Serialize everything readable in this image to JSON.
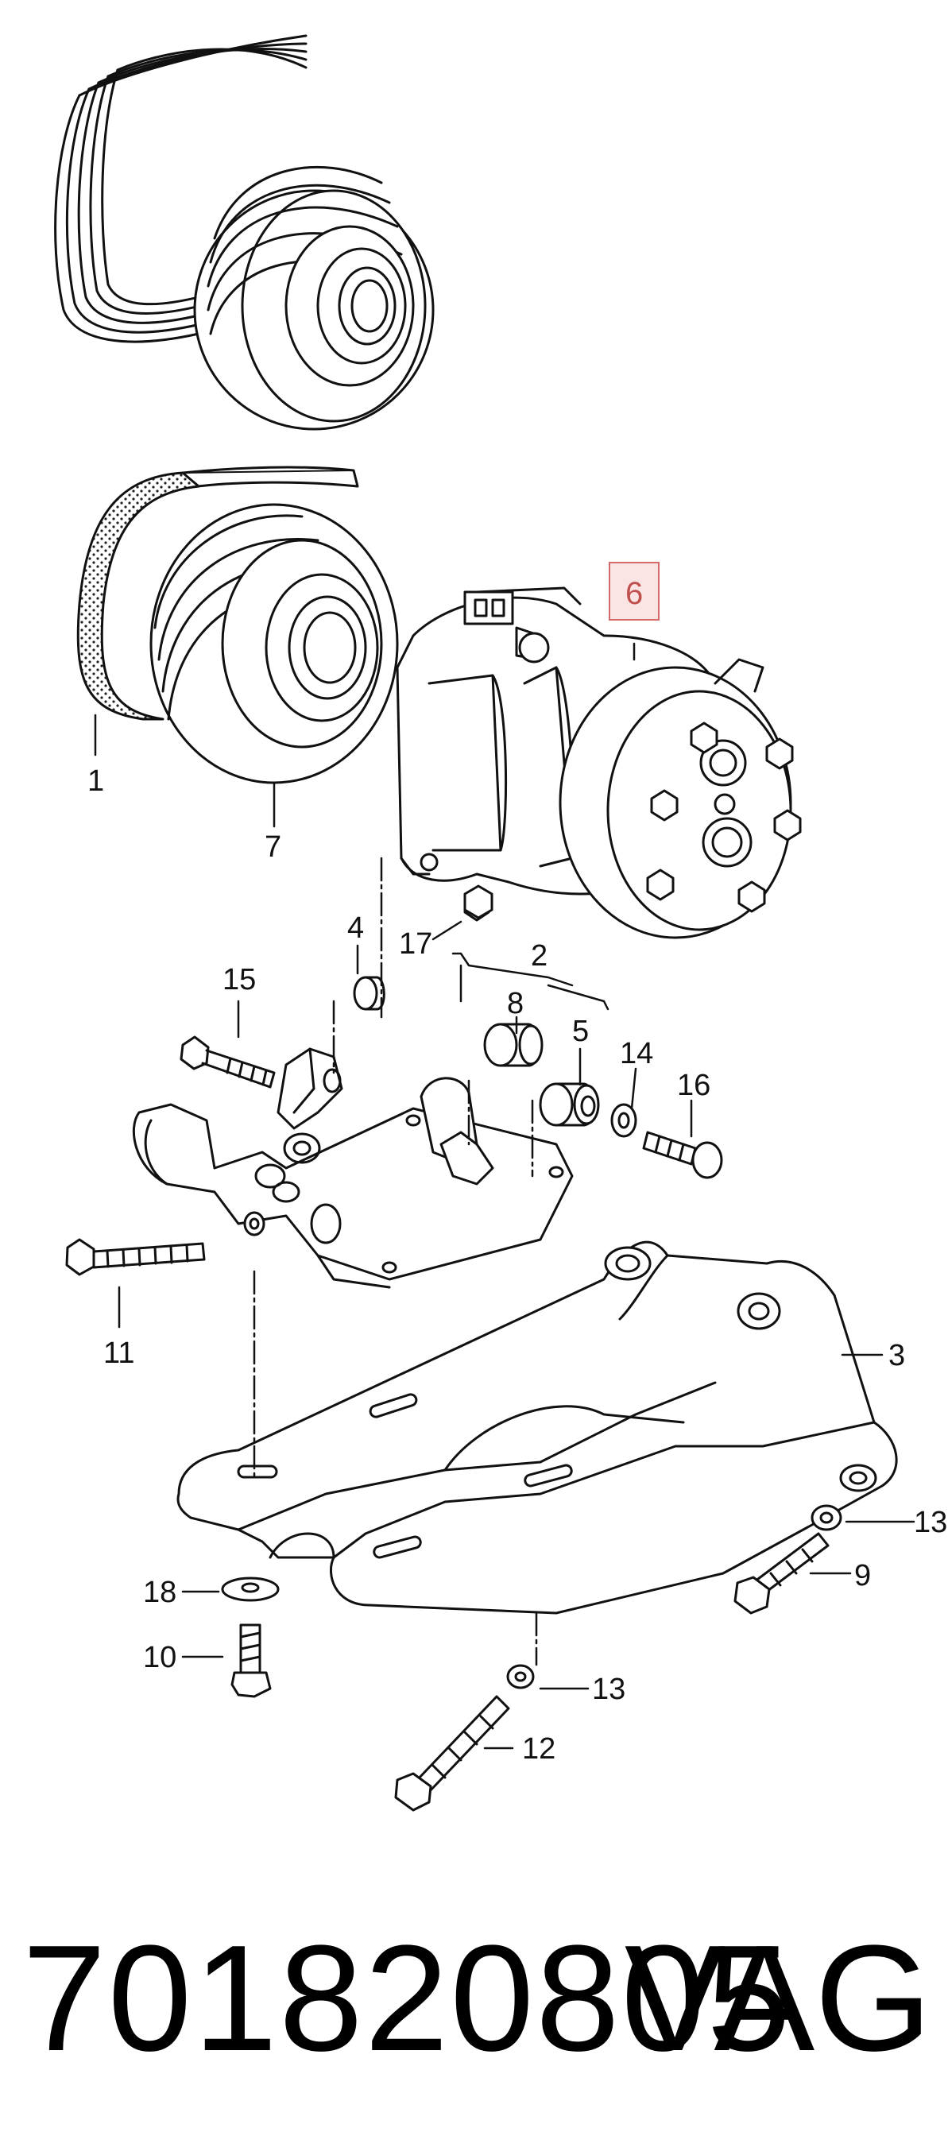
{
  "callouts": {
    "c1": "1",
    "c2": "2",
    "c3": "3",
    "c4": "4",
    "c5": "5",
    "c6": "6",
    "c7": "7",
    "c8": "8",
    "c9": "9",
    "c10": "10",
    "c11": "11",
    "c12": "12",
    "c13a": "13",
    "c13b": "13",
    "c14": "14",
    "c15": "15",
    "c16": "16",
    "c17": "17",
    "c18": "18"
  },
  "highlight_color": "#c0504d",
  "footer": {
    "part_number": "701820805",
    "brand": "VAG"
  }
}
